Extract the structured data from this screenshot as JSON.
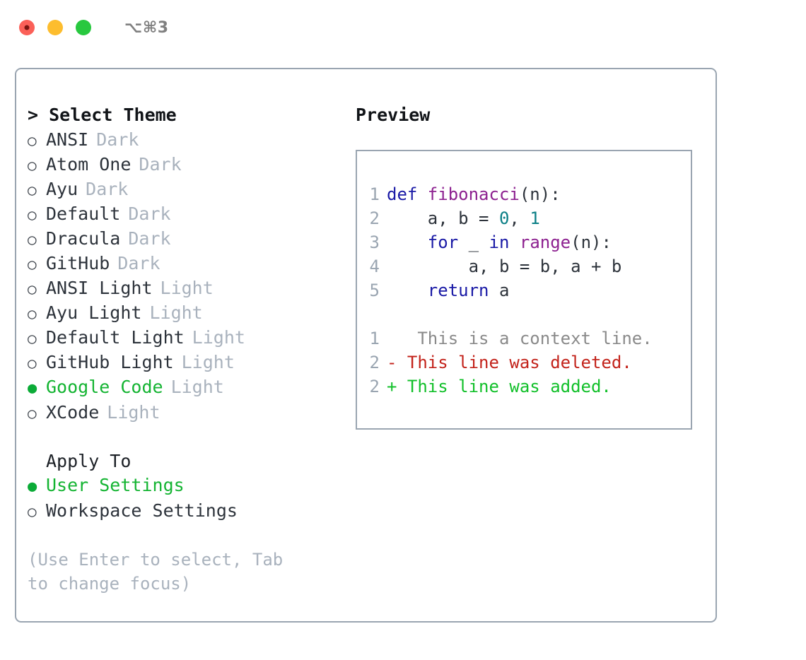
{
  "titlebar": {
    "shortcut": "⌥⌘3",
    "buttons": [
      {
        "name": "close",
        "color": "#fb6058"
      },
      {
        "name": "minimize",
        "color": "#fdbd2e"
      },
      {
        "name": "maximize",
        "color": "#28c83f"
      }
    ]
  },
  "theme_picker": {
    "heading": "> Select Theme",
    "bullet_unselected": "○",
    "bullet_selected": "●",
    "items": [
      {
        "name": "ANSI",
        "category": "Dark",
        "selected": false
      },
      {
        "name": "Atom One",
        "category": "Dark",
        "selected": false
      },
      {
        "name": "Ayu",
        "category": "Dark",
        "selected": false
      },
      {
        "name": "Default",
        "category": "Dark",
        "selected": false
      },
      {
        "name": "Dracula",
        "category": "Dark",
        "selected": false
      },
      {
        "name": "GitHub",
        "category": "Dark",
        "selected": false
      },
      {
        "name": "ANSI Light",
        "category": "Light",
        "selected": false
      },
      {
        "name": "Ayu Light",
        "category": "Light",
        "selected": false
      },
      {
        "name": "Default Light",
        "category": "Light",
        "selected": false
      },
      {
        "name": "GitHub Light",
        "category": "Light",
        "selected": false
      },
      {
        "name": "Google Code",
        "category": "Light",
        "selected": true
      },
      {
        "name": "XCode",
        "category": "Light",
        "selected": false
      }
    ]
  },
  "apply_to": {
    "heading": "Apply To",
    "items": [
      {
        "name": "User Settings",
        "selected": true
      },
      {
        "name": "Workspace Settings",
        "selected": false
      }
    ]
  },
  "hint": "(Use Enter to select, Tab to change focus)",
  "preview": {
    "heading": "Preview",
    "code_lines": [
      {
        "ln": "1",
        "tokens": [
          {
            "t": "def ",
            "c": "kw"
          },
          {
            "t": "fibonacci",
            "c": "fn"
          },
          {
            "t": "(n):",
            "c": "plain"
          }
        ]
      },
      {
        "ln": "2",
        "tokens": [
          {
            "t": "    a, b = ",
            "c": "plain"
          },
          {
            "t": "0",
            "c": "num"
          },
          {
            "t": ", ",
            "c": "plain"
          },
          {
            "t": "1",
            "c": "num"
          }
        ]
      },
      {
        "ln": "3",
        "tokens": [
          {
            "t": "    ",
            "c": "plain"
          },
          {
            "t": "for",
            "c": "kw"
          },
          {
            "t": " _ ",
            "c": "plain"
          },
          {
            "t": "in",
            "c": "kw"
          },
          {
            "t": " ",
            "c": "plain"
          },
          {
            "t": "range",
            "c": "fn"
          },
          {
            "t": "(n):",
            "c": "plain"
          }
        ]
      },
      {
        "ln": "4",
        "tokens": [
          {
            "t": "        a, b = b, a + b",
            "c": "plain"
          }
        ]
      },
      {
        "ln": "5",
        "tokens": [
          {
            "t": "    ",
            "c": "plain"
          },
          {
            "t": "return",
            "c": "kw"
          },
          {
            "t": " a",
            "c": "plain"
          }
        ]
      }
    ],
    "diff_lines": [
      {
        "ln": "1",
        "marker": " ",
        "text": "  This is a context line.",
        "kind": "context"
      },
      {
        "ln": "2",
        "marker": "-",
        "text": " This line was deleted.",
        "kind": "deleted"
      },
      {
        "ln": "2",
        "marker": "+",
        "text": " This line was added.",
        "kind": "added"
      }
    ]
  },
  "colors": {
    "accent_green": "#14b432",
    "muted": "#a9b2bd",
    "border": "#9aa5b1",
    "keyword": "#1a1aa6",
    "function": "#8d2190",
    "number": "#0b7f86",
    "diff_deleted": "#c3231b",
    "diff_added": "#12c02a",
    "diff_context": "#8a8a8a"
  }
}
